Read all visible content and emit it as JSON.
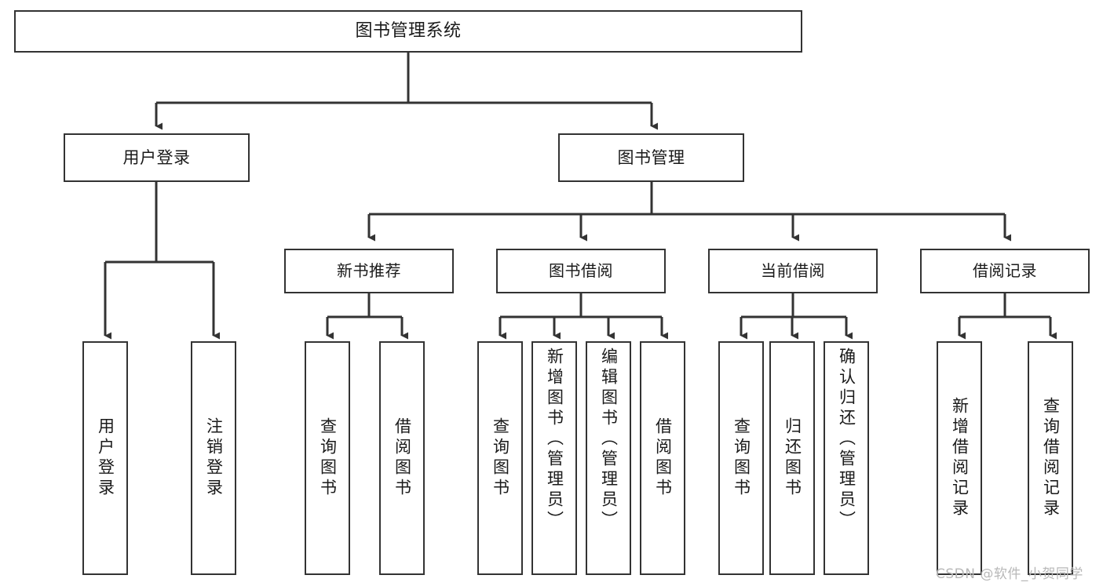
{
  "diagram": {
    "title": "图书管理系统",
    "type": "tree-hierarchy-chart",
    "watermark": "CSDN @软件_小贺同学",
    "root": {
      "label": "图书管理系统"
    },
    "level1": [
      {
        "label": "用户登录"
      },
      {
        "label": "图书管理"
      }
    ],
    "level2": [
      {
        "label": "新书推荐"
      },
      {
        "label": "图书借阅"
      },
      {
        "label": "当前借阅"
      },
      {
        "label": "借阅记录"
      }
    ],
    "leaves": {
      "user_login": [
        {
          "label": "用户登录"
        },
        {
          "label": "注销登录"
        }
      ],
      "new_book_recommend": [
        {
          "label": "查询图书"
        },
        {
          "label": "借阅图书"
        }
      ],
      "book_borrow": [
        {
          "label": "查询图书"
        },
        {
          "label": "新增图书（管理员）"
        },
        {
          "label": "编辑图书（管理员）"
        },
        {
          "label": "借阅图书"
        }
      ],
      "current_borrow": [
        {
          "label": "查询图书"
        },
        {
          "label": "归还图书"
        },
        {
          "label": "确认归还（管理员）"
        }
      ],
      "borrow_record": [
        {
          "label": "新增借阅记录"
        },
        {
          "label": "查询借阅记录"
        }
      ]
    },
    "colors": {
      "stroke": "#333333",
      "fill": "#ffffff",
      "text": "#1a1a1a",
      "watermark": "#b8b8b8"
    }
  }
}
